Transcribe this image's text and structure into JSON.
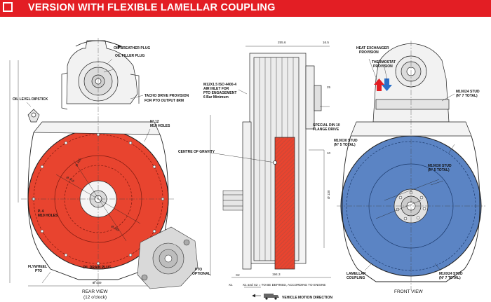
{
  "header": {
    "title": "VERSION WITH FLEXIBLE LAMELLAR COUPLING",
    "color": "#e31e24"
  },
  "rear_view": {
    "caption": "REAR VIEW",
    "sub_caption": "(12 o'clock)",
    "labels": {
      "oil_breather_plug": "OIL BREATHER PLUG",
      "oil_filler_plug": "OIL FILLER PLUG",
      "tacho_drive": "TACHO DRIVE PROVISION",
      "tacho_drive_2": "FOR PTO OUTPUT 8RM",
      "oil_level_dipstick": "OIL LEVEL DIPSTICK",
      "holes": "N° 12",
      "holes_2": "M10 HOLES",
      "holes_p": "P. 4",
      "holes_p_2": "M10 HOLES",
      "flywheel": "FLYWHEEL",
      "flywheel_2": "PTO",
      "oil_drain_plug": "OIL DRAIN PLUG",
      "pto_optional": "PTO",
      "pto_optional_2": "OPTIONAL"
    },
    "dims": {
      "bottom": "Ø 489",
      "d1": "Ø 465",
      "d2": "Ø 416",
      "d3": "Ø 389"
    },
    "fill_color": "#e8442f"
  },
  "side_view": {
    "caption": "VEHICLE MOTION DIRECTION",
    "note": "X1 and X2 = TO BE DEFINED, ACCORDING TO ENGINE",
    "labels": {
      "air_inlet": "M12X1.5 ISO 4400-4",
      "air_inlet_2": "AIR INLET FOR",
      "air_inlet_3": "PTO ENGAGEMENT",
      "air_inlet_4": "6 Bar Minimum",
      "centre_of_gravity": "CENTRE OF GRAVITY",
      "special_din": "SPECIAL DIN 10",
      "special_din_2": "FLANGE DRIVE"
    },
    "dims": {
      "top1": "255.6",
      "top2": "16.5",
      "bottom1": "194.3",
      "x2": "X2",
      "x1": "X1",
      "x1_2": "X1",
      "d_right": "Ø 130",
      "n10": "10",
      "n25": "25"
    }
  },
  "front_view": {
    "caption": "FRONT VIEW",
    "labels": {
      "heat_exchanger": "HEAT EXCHANGER",
      "heat_exchanger_2": "PROVISION",
      "thermostat": "THERMOSTAT",
      "thermostat_2": "PROVISION",
      "m10_stud_top": "M10X24 STUD",
      "m10_stud_top_2": "(N° 7 TOTAL)",
      "m10_stud_left": "M10X30 STUD",
      "m10_stud_left_2": "(N° 5 TOTAL)",
      "m10_stud_mid": "M10X30 STUD",
      "m10_stud_mid_2": "(N° 5 TOTAL)",
      "m10_stud_bottom": "M10X24 STUD",
      "m10_stud_bottom_2": "(N° 7 TOTAL)",
      "lamellar": "LAMELLAR",
      "lamellar_2": "COUPLING"
    },
    "fill_color": "#5b84c4"
  }
}
